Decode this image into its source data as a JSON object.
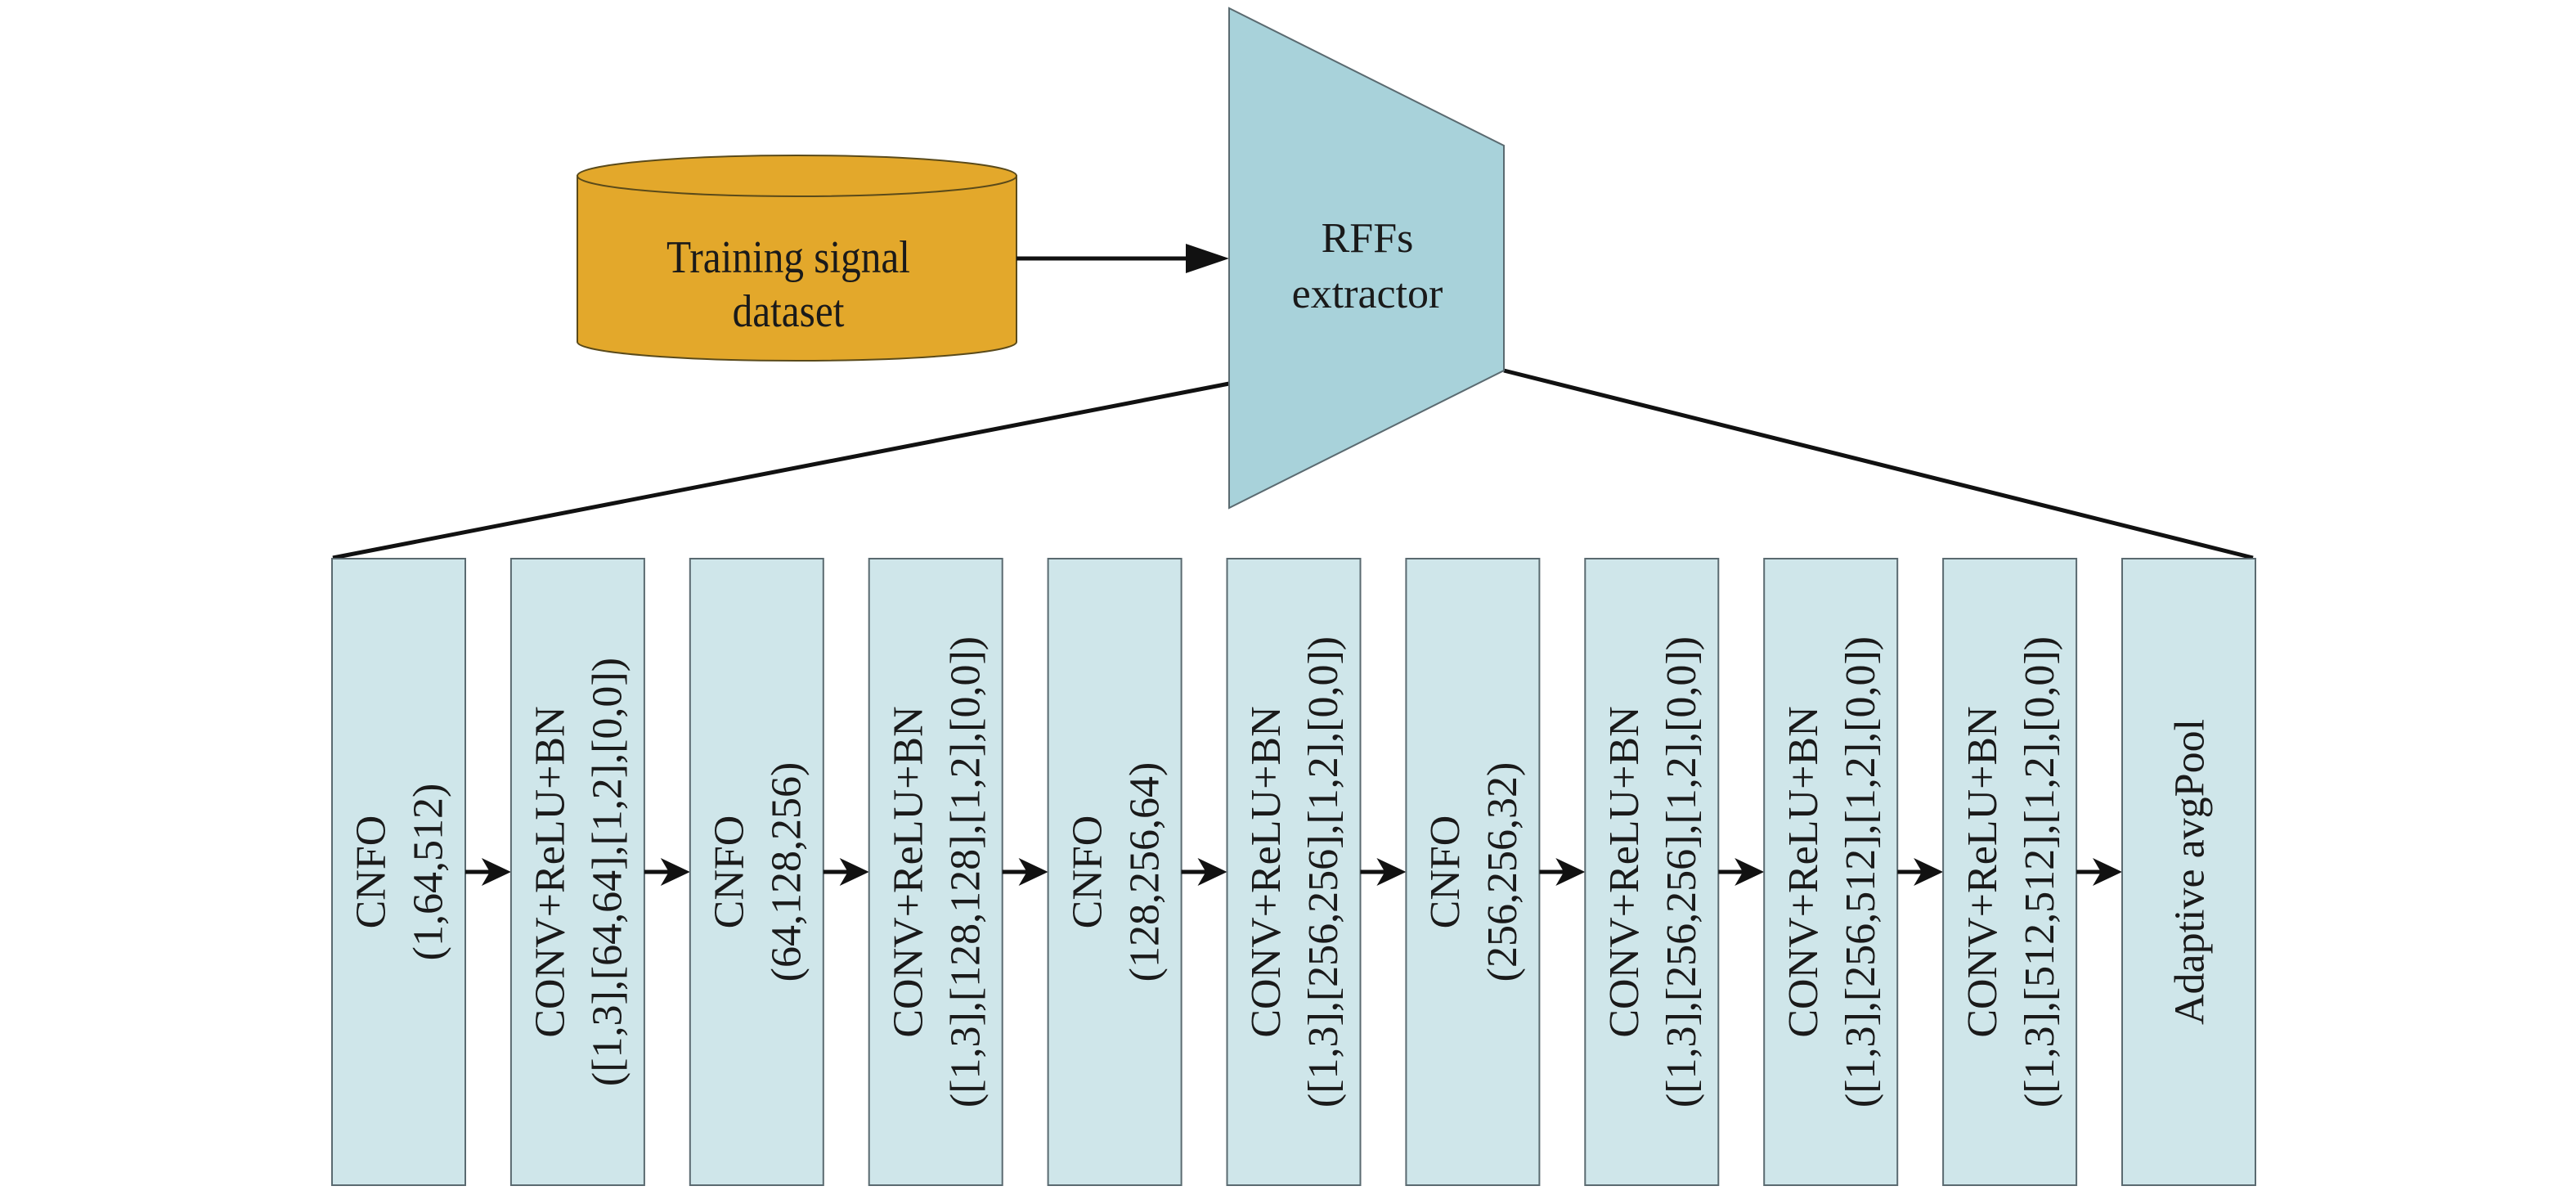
{
  "colors": {
    "dataset_fill": "#E3A82B",
    "dataset_stroke": "#5a4a1a",
    "extractor_fill": "#A8D2DA",
    "extractor_stroke": "#5a6a70",
    "block_fill": "#CFE6EA",
    "line": "#111111"
  },
  "dataset": {
    "lines": [
      "Training signal",
      "dataset"
    ]
  },
  "extractor": {
    "lines": [
      "RFFs",
      "extractor"
    ]
  },
  "pipeline": {
    "blocks": [
      {
        "lines": [
          "CNFO",
          "(1,64,512)"
        ]
      },
      {
        "lines": [
          "CONV+ReLU+BN",
          "([1,3],[64,64],[1,2],[0,0])"
        ]
      },
      {
        "lines": [
          "CNFO",
          "(64,128,256)"
        ]
      },
      {
        "lines": [
          "CONV+ReLU+BN",
          "([1,3],[128,128],[1,2],[0,0])"
        ]
      },
      {
        "lines": [
          "CNFO",
          "(128,256,64)"
        ]
      },
      {
        "lines": [
          "CONV+ReLU+BN",
          "([1,3],[256,256],[1,2],[0,0])"
        ]
      },
      {
        "lines": [
          "CNFO",
          "(256,256,32)"
        ]
      },
      {
        "lines": [
          "CONV+ReLU+BN",
          "([1,3],[256,256],[1,2],[0,0])"
        ]
      },
      {
        "lines": [
          "CONV+ReLU+BN",
          "([1,3],[256,512],[1,2],[0,0])"
        ]
      },
      {
        "lines": [
          "CONV+ReLU+BN",
          "([1,3],[512,512],[1,2],[0,0])"
        ]
      },
      {
        "lines": [
          "Adaptive avgPool"
        ]
      }
    ]
  }
}
